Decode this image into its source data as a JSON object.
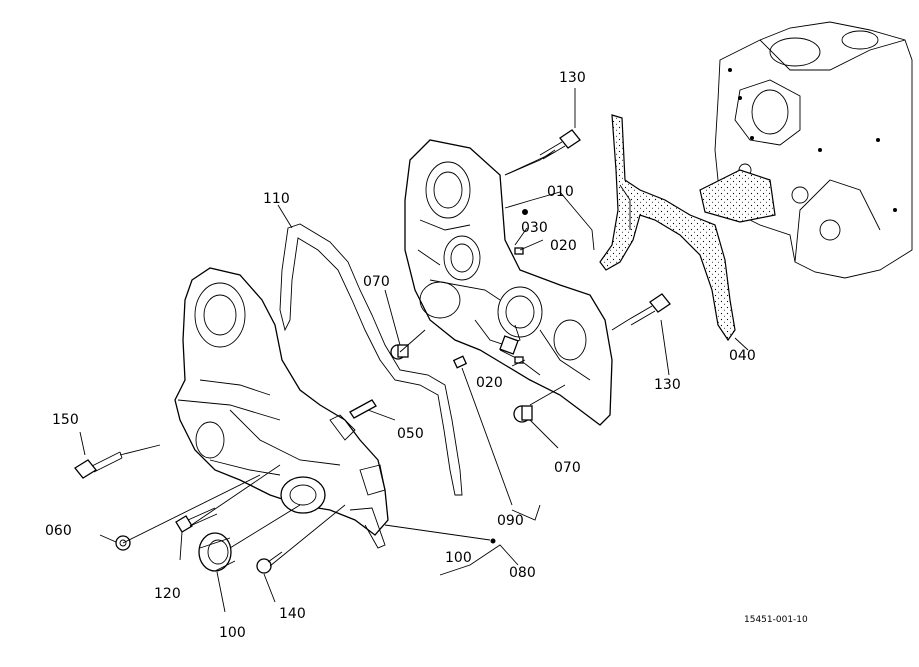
{
  "labels": {
    "l010": "010",
    "l020a": "020",
    "l020b": "020",
    "l030": "030",
    "l040": "040",
    "l050": "050",
    "l060": "060",
    "l070a": "070",
    "l070b": "070",
    "l080": "080",
    "l090": "090",
    "l100a": "100",
    "l100b": "100",
    "l110": "110",
    "l120": "120",
    "l130a": "130",
    "l130b": "130",
    "l140": "140",
    "l150": "150"
  },
  "reference": "15451-001-10"
}
